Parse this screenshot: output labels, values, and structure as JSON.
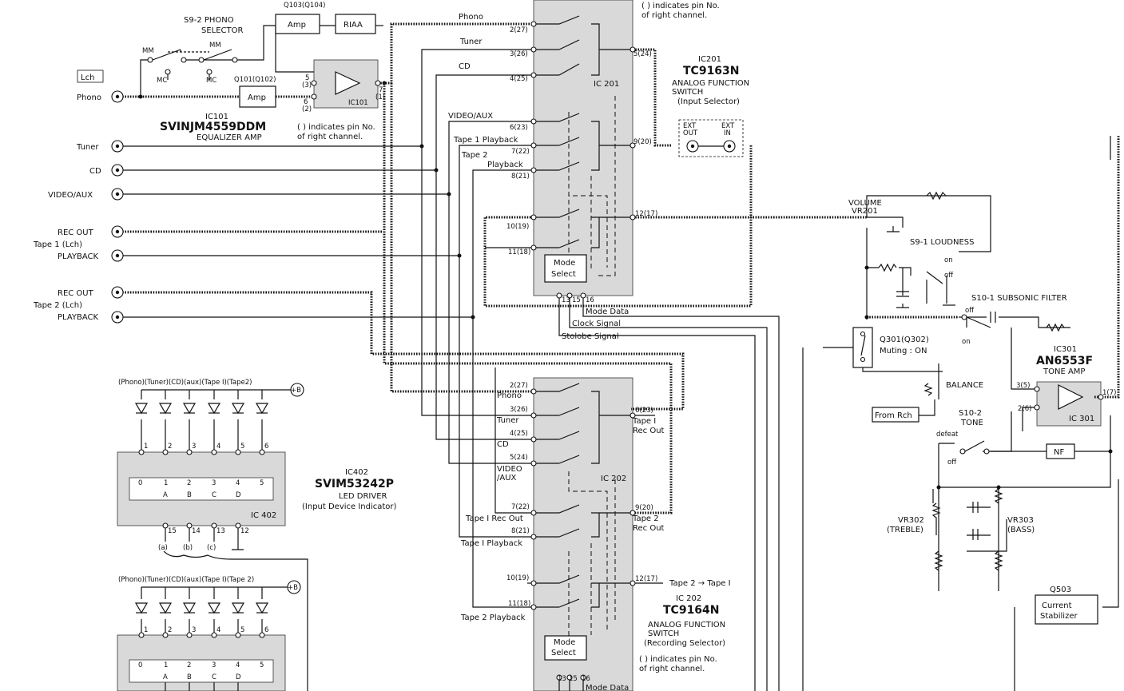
{
  "left_inputs": {
    "lch": "Lch",
    "phono": "Phono",
    "tuner": "Tuner",
    "cd": "CD",
    "video_aux": "VIDEO/AUX",
    "rec_out_1": "REC OUT",
    "tape1_lch": "Tape 1 (Lch)",
    "playback_1": "PLAYBACK",
    "rec_out_2": "REC OUT",
    "tape2_lch": "Tape 2 (Lch)",
    "playback_2": "PLAYBACK"
  },
  "phono_stage": {
    "selector_a": "S9-2 PHONO",
    "selector_b": "SELECTOR",
    "mm1": "MM",
    "mm2": "MM",
    "mc1": "MC",
    "mc2": "MC",
    "q103": "Q103(Q104)",
    "amp_top": "Amp",
    "riaa": "RIAA",
    "q101": "Q101(Q102)",
    "amp_mid": "Amp",
    "ic101_ref": "IC101",
    "ic101_pin5": "5",
    "ic101_pin3": "(3)",
    "ic101_pin6": "6",
    "ic101_pin2": "(2)",
    "ic101_pin7": "7",
    "ic101_pin1": "(1)",
    "ic101_title_a": "IC101",
    "ic101_title_b": "SVINJM4559DDM",
    "ic101_title_c": "EQUALIZER AMP",
    "note_a": "( ) indicates pin No.",
    "note_b": "of right channel."
  },
  "ic201": {
    "note_a": "( ) indicates pin No.",
    "note_b": "of right channel.",
    "ref": "IC 201",
    "title_small": "IC201",
    "title_big": "TC9163N",
    "desc_a": "ANALOG FUNCTION",
    "desc_b": "SWITCH",
    "desc_c": "(Input Selector)",
    "in_phono": "Phono",
    "in_tuner": "Tuner",
    "in_cd": "CD",
    "in_video": "VIDEO/AUX",
    "in_tape1": "Tape 1 Playback",
    "in_tape2_a": "Tape 2",
    "in_tape2_b": "Playback",
    "pin_2": "2(27)",
    "pin_3": "3(26)",
    "pin_4": "4(25)",
    "pin_6": "6(23)",
    "pin_7": "7(22)",
    "pin_8": "8(21)",
    "pin_10": "10(19)",
    "pin_11": "11(18)",
    "pin_5": "5(24)",
    "pin_9": "9(20)",
    "pin_12": "12(17)",
    "mode_a": "Mode",
    "mode_b": "Select",
    "pin_13": "13",
    "pin_15": "15",
    "pin_16": "16",
    "mode_data": "Mode Data",
    "clock": "Clock Signal",
    "strobe": "Stolobe Signal",
    "ext_out_a": "EXT",
    "ext_out_b": "OUT",
    "ext_in_a": "EXT",
    "ext_in_b": "IN"
  },
  "right_section": {
    "volume_a": "VOLUME",
    "volume_b": "VR201",
    "loudness": "S9-1 LOUDNESS",
    "on_1": "on",
    "off_1": "off",
    "off_2": "off",
    "subsonic": "S10-1 SUBSONIC FILTER",
    "on_2": "on",
    "q301_a": "Q301(Q302)",
    "q301_b": "Muting : ON",
    "balance": "BALANCE",
    "from_rch": "From Rch",
    "ic301_small": "IC301",
    "ic301_big": "AN6553F",
    "ic301_desc": "TONE AMP",
    "ic301_ref": "IC 301",
    "pin_35": "3(5)",
    "pin_26": "2(6)",
    "pin_17": "1(7)",
    "tone_a": "S10-2",
    "tone_b": "TONE",
    "defeat": "defeat",
    "off_3": "off",
    "nf": "NF",
    "vr302_a": "VR302",
    "vr302_b": "(TREBLE)",
    "vr303_a": "VR303",
    "vr303_b": "(BASS)",
    "q503": "Q503",
    "stab_a": "Current",
    "stab_b": "Stabilizer"
  },
  "ic202": {
    "ref": "IC 202",
    "title_small": "IC 202",
    "title_big": "TC9164N",
    "desc_a": "ANALOG FUNCTION",
    "desc_b": "SWITCH",
    "desc_c": "(Recording Selector)",
    "note_a": "( ) indicates pin No.",
    "note_b": "of right channel.",
    "in_phono": "Phono",
    "in_tuner": "Tuner",
    "in_cd": "CD",
    "in_video_a": "VIDEO",
    "in_video_b": "/AUX",
    "in_tape1_rec": "Tape I Rec Out",
    "in_tape1_pb": "Tape I Playback",
    "in_tape2_pb": "Tape 2 Playback",
    "out_tape1_a": "Tape I",
    "out_tape1_b": "Rec Out",
    "out_tape2_a": "Tape 2",
    "out_tape2_b": "Rec Out",
    "tape2_to_1": "Tape 2 → Tape I",
    "pin_2": "2(27)",
    "pin_3": "3(26)",
    "pin_4": "4(25)",
    "pin_5": "5(24)",
    "pin_7": "7(22)",
    "pin_8": "8(21)",
    "pin_10": "10(19)",
    "pin_11": "11(18)",
    "pin_6": "6(23)",
    "pin_9": "9(20)",
    "pin_12": "12(17)",
    "mode_a": "Mode",
    "mode_b": "Select",
    "pin_13": "13",
    "pin_15": "15",
    "pin_16": "16",
    "mode_data": "Mode Data"
  },
  "ic402": {
    "legend": "(Phono)(Tuner)(CD)(aux)(Tape I)(Tape2)",
    "plus_b": "+B",
    "title_small": "IC402",
    "title_big": "SVIM53242P",
    "desc_a": "LED DRIVER",
    "desc_b": "(Input Device Indicator)",
    "ref": "IC 402",
    "pin_1": "1",
    "pin_2": "2",
    "pin_3": "3",
    "pin_4": "4",
    "pin_5": "5",
    "pin_6": "6",
    "in_0": "0",
    "in_1": "1",
    "in_2": "2",
    "in_3": "3",
    "in_4": "4",
    "in_5": "5",
    "sel_a": "A",
    "sel_b": "B",
    "sel_c": "C",
    "sel_d": "D",
    "pin_15": "15",
    "pin_14": "14",
    "pin_13": "13",
    "pin_12": "12",
    "tag_a": "(a)",
    "tag_b": "(b)",
    "tag_c": "(c)"
  },
  "ic402_lower": {
    "legend": "(Phono)(Tuner)(CD)(aux)(Tape I)(Tape 2)",
    "plus_b": "+B",
    "pin_1": "1",
    "pin_2": "2",
    "pin_3": "3",
    "pin_4": "4",
    "pin_5": "5",
    "pin_6": "6",
    "in_0": "0",
    "in_1": "1",
    "in_2": "2",
    "in_3": "3",
    "in_4": "4",
    "in_5": "5",
    "sel_a": "A",
    "sel_b": "B",
    "sel_c": "C",
    "sel_d": "D"
  }
}
